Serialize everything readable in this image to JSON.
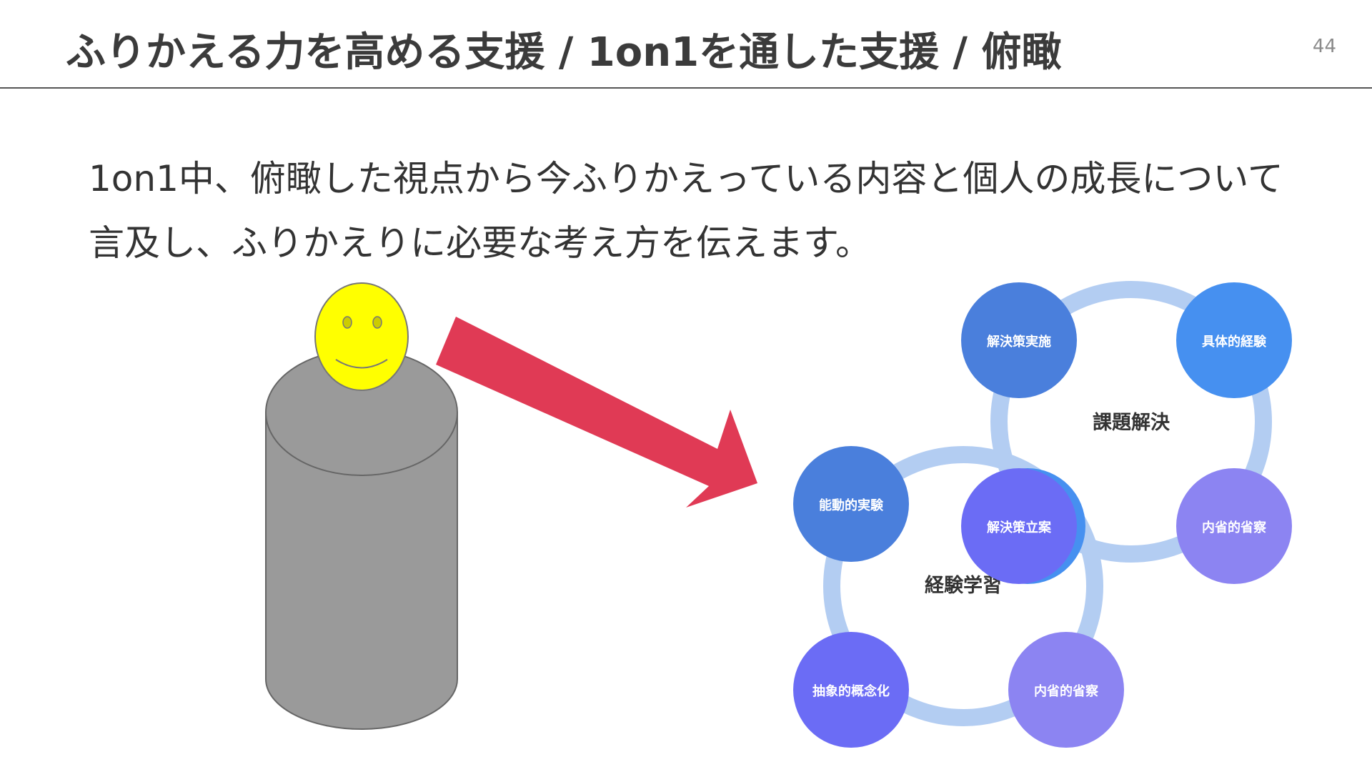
{
  "slide": {
    "title": "ふりかえる力を高める支援 / 1on1を通した支援 / 俯瞰",
    "page_number": "44"
  },
  "body": {
    "line1": "1on1中、俯瞰した視点から今ふりかえっている内容と個人の成長について",
    "line2": "言及し、ふりかえりに必要な考え方を伝えます。"
  },
  "diagram": {
    "problem_solving_cycle": {
      "label": "課題解決",
      "nodes": [
        "解決策実施",
        "具体的経験",
        "内省的省察",
        "解決策立案"
      ]
    },
    "experiential_learning_cycle": {
      "label": "経験学習",
      "nodes": [
        "能動的実験",
        "抽象的概念化",
        "内省的省察"
      ]
    }
  },
  "colors": {
    "arrow": "#e03a55",
    "figure_head": "#ffff00",
    "figure_body": "#9a9a9a",
    "ring": "#b3cdf2",
    "node_blue_dark": "#4a7fdc",
    "node_blue": "#4690f0",
    "node_violet": "#6b6cf5",
    "node_lavender": "#8c84f2"
  }
}
